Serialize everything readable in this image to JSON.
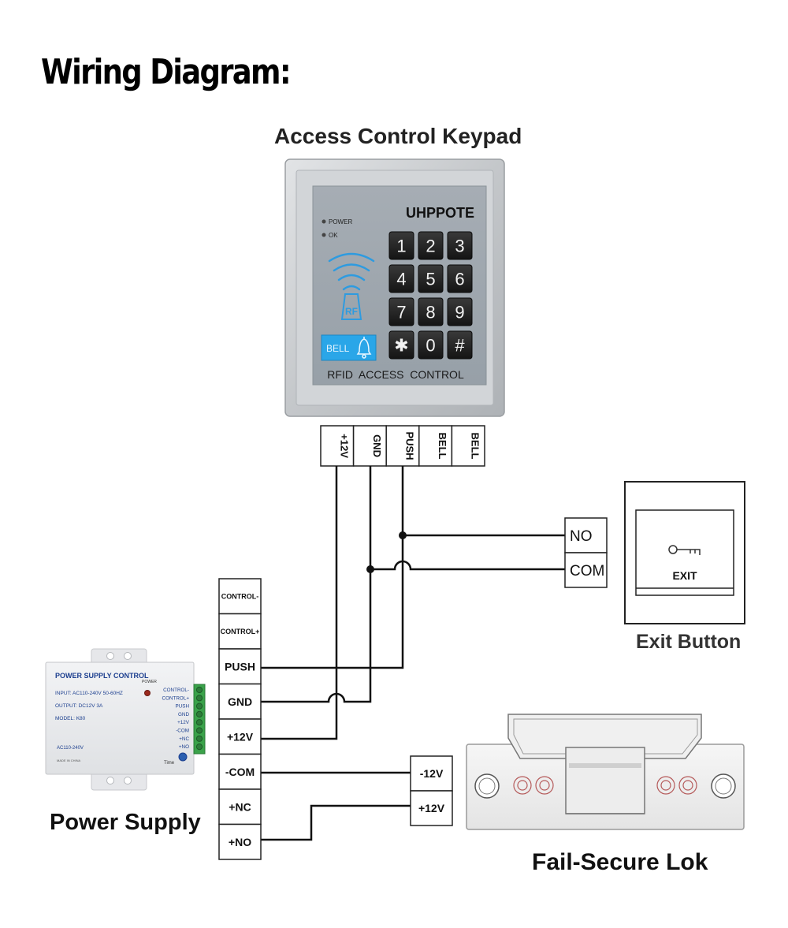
{
  "title": "Wiring Diagram:",
  "keypad": {
    "caption": "Access Control Keypad",
    "brand": "UHPPOTE",
    "led_power": "POWER",
    "led_ok": "OK",
    "rf_label": "RF",
    "bell_label": "BELL",
    "keys": [
      "1",
      "2",
      "3",
      "4",
      "5",
      "6",
      "7",
      "8",
      "9",
      "✱",
      "0",
      "#"
    ],
    "bottom_text": "RFID  ACCESS  CONTROL",
    "terminals": [
      "+12V",
      "GND",
      "PUSH",
      "BELL",
      "BELL"
    ],
    "color_body": "#c8cacc",
    "color_panel": "#9ea6ae",
    "color_bell": "#2aa6e8"
  },
  "power_terminals": [
    "CONTROL-",
    "CONTROL+",
    "PUSH",
    "GND",
    "+12V",
    "-COM",
    "+NC",
    "+NO"
  ],
  "exit_button": {
    "caption": "Exit Button",
    "label": "EXIT",
    "terminals": [
      "NO",
      "COM"
    ]
  },
  "lock": {
    "caption": "Fail-Secure Lok",
    "terminals": [
      "-12V",
      "+12V"
    ]
  },
  "power_supply": {
    "caption": "Power Supply",
    "unit_title": "POWER SUPPLY CONTROL",
    "power_led_label": "POWER",
    "spec_input": "INPUT: AC110-240V  50-60HZ",
    "spec_output": "OUTPUT: DC12V  3A",
    "spec_model": "MODEL: K80",
    "ac_label": "AC110-240V",
    "made_in": "MADE IN CHINA",
    "time_label": "Time",
    "side_labels": [
      "CONTROL-",
      "CONTROL+",
      "PUSH",
      "GND",
      "+12V",
      "-COM",
      "+NC",
      "+NO"
    ],
    "color_title": "#1c3f8f",
    "color_terminal": "#3aa24a"
  }
}
